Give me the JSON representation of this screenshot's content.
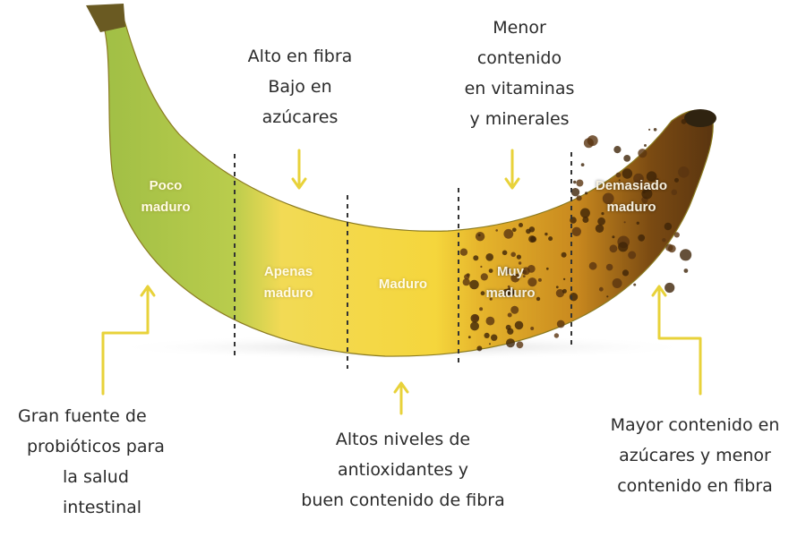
{
  "stages": [
    {
      "lines": [
        "Poco",
        "maduro"
      ]
    },
    {
      "lines": [
        "Apenas",
        "maduro"
      ]
    },
    {
      "lines": [
        "Maduro"
      ]
    },
    {
      "lines": [
        "Muy",
        "maduro"
      ]
    },
    {
      "lines": [
        "Demasiado",
        "maduro"
      ]
    }
  ],
  "notes": {
    "top_left": [
      "Alto en fibra",
      "Bajo en",
      "azúcares"
    ],
    "top_right": [
      "Menor",
      "contenido",
      "en vitaminas",
      "y minerales"
    ],
    "bottom_left": [
      "Gran fuente de",
      "probióticos para",
      "la salud",
      "intestinal"
    ],
    "bottom_center": [
      "Altos niveles de",
      "antioxidantes y",
      "buen contenido de fibra"
    ],
    "bottom_right": [
      "Mayor contenido en",
      "azúcares y menor",
      "contenido en fibra"
    ]
  },
  "colors": {
    "arrow": "#e8d23a",
    "unripe": "#a9c24a",
    "ripe": "#f3d23c",
    "overripe": "#7a4a12",
    "text": "#2b2b2b"
  }
}
